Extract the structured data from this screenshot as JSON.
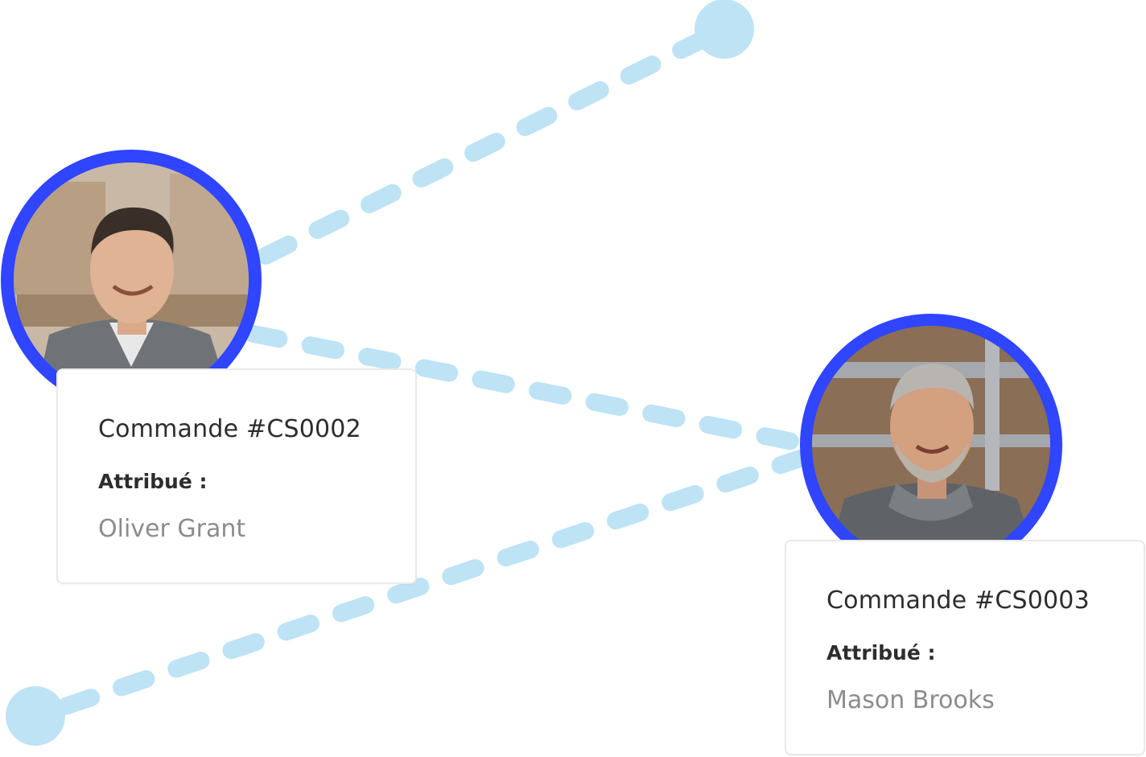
{
  "colors": {
    "accent_ring": "#2f45ff",
    "connector": "#bde3f5",
    "card_border": "#e9e9e9",
    "title_text": "#2d2d2d",
    "value_text": "#8c8c8c"
  },
  "cards": [
    {
      "title": "Commande #CS0002",
      "assigned_label": "Attribué :",
      "assignee": "Oliver Grant"
    },
    {
      "title": "Commande #CS0003",
      "assigned_label": "Attribué :",
      "assignee": "Mason Brooks"
    }
  ]
}
